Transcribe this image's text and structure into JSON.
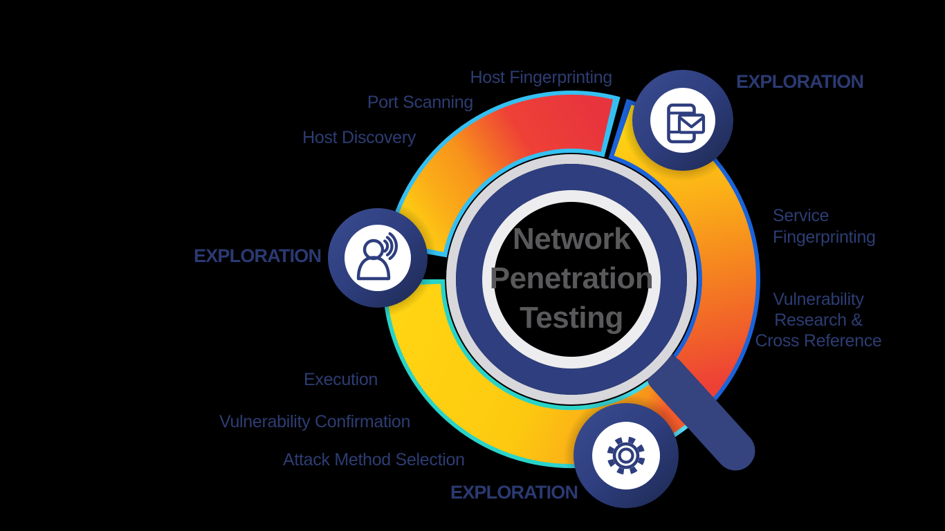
{
  "title": "Network\nPenetration\nTesting",
  "badges": [
    {
      "id": "top-right",
      "label": "EXPLORATION",
      "icon": "mobile-message-icon"
    },
    {
      "id": "left",
      "label": "EXPLORATION",
      "icon": "person-broadcast-icon"
    },
    {
      "id": "bottom",
      "label": "EXPLORATION",
      "icon": "gear-icon"
    }
  ],
  "labels": {
    "host_fingerprinting": "Host Fingerprinting",
    "port_scanning": "Port Scanning",
    "host_discovery": "Host Discovery",
    "service_fingerprinting": "Service\nFingerprinting",
    "vulnerability_research": "Vulnerability\nResearch &\nCross Reference",
    "execution": "Execution",
    "vulnerability_confirmation": "Vulnerability Confirmation",
    "attack_method_selection": "Attack Method Selection"
  },
  "colors": {
    "background": "#000000",
    "arc_yellow": "#FFD412",
    "arc_yellow_deep": "#FDC90F",
    "arc_gold": "#FBB017",
    "arc_orange": "#F8941B",
    "arc_orange_mid": "#F58220",
    "arc_orange_deep": "#F05B2B",
    "arc_red": "#EE4136",
    "arc_red_deep": "#E8343D",
    "border_cyan": "#35C0F2",
    "border_blue": "#1A63DA",
    "border_teal": "#29D3C8",
    "border_teal_light": "#55D9F2",
    "navy": "#2E3E7E",
    "navy_light": "#3A4C90",
    "navy_dark": "#1C2850",
    "handle": "#35437E",
    "handle_dark": "#2A3565",
    "silver": "#D8D8DC",
    "silver_light": "#EDEDEF",
    "white": "#FFFFFF",
    "title_gray": "#59595B",
    "label_navy": "#2D3D73",
    "heading_navy": "#2B3A72"
  }
}
